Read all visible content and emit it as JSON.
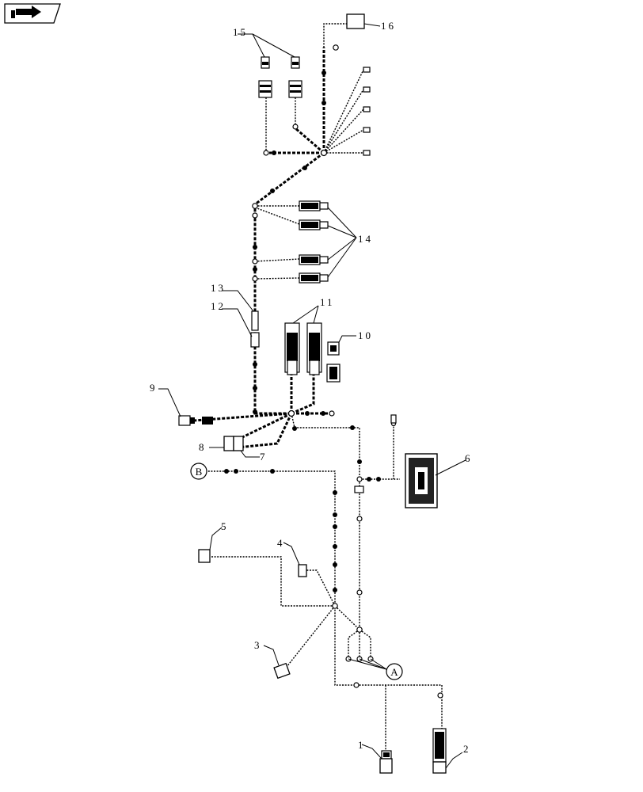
{
  "nav_icon": {
    "icon": "book-arrow-icon"
  },
  "callouts": {
    "c1": "1",
    "c2": "2",
    "c3": "3",
    "c4": "4",
    "c5": "5",
    "c6": "6",
    "c7": "7",
    "c8": "8",
    "c9": "9",
    "c10": "10",
    "c11": "11",
    "c12": "12",
    "c13": "13",
    "c14": "14",
    "c15": "15",
    "c16": "16"
  },
  "references": {
    "ref_a": "A",
    "ref_b": "B"
  },
  "colors": {
    "line": "#000000",
    "background": "#ffffff"
  }
}
